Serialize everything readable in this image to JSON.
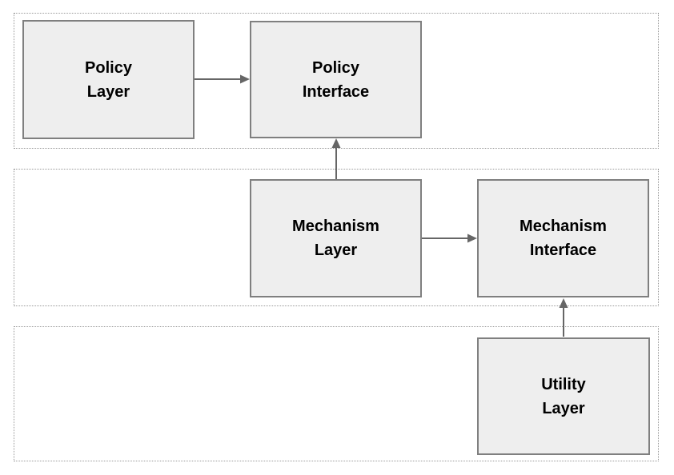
{
  "diagram": {
    "bands": [
      {
        "id": "policy-band"
      },
      {
        "id": "mechanism-band"
      },
      {
        "id": "utility-band"
      }
    ],
    "nodes": [
      {
        "id": "policy-layer",
        "label": "Policy\nLayer"
      },
      {
        "id": "policy-interface",
        "label": "Policy\nInterface"
      },
      {
        "id": "mechanism-layer",
        "label": "Mechanism\nLayer"
      },
      {
        "id": "mechanism-interface",
        "label": "Mechanism\nInterface"
      },
      {
        "id": "utility-layer",
        "label": "Utility\nLayer"
      }
    ],
    "edges": [
      {
        "from": "policy-layer",
        "to": "policy-interface",
        "direction": "right"
      },
      {
        "from": "mechanism-layer",
        "to": "policy-interface",
        "direction": "up"
      },
      {
        "from": "mechanism-layer",
        "to": "mechanism-interface",
        "direction": "right"
      },
      {
        "from": "utility-layer",
        "to": "mechanism-interface",
        "direction": "up"
      }
    ],
    "colors": {
      "node_fill": "#eeeeee",
      "node_border": "#7f7f7f",
      "arrow": "#666666",
      "band_border": "#999999",
      "text": "#000000",
      "background": "#ffffff"
    }
  }
}
